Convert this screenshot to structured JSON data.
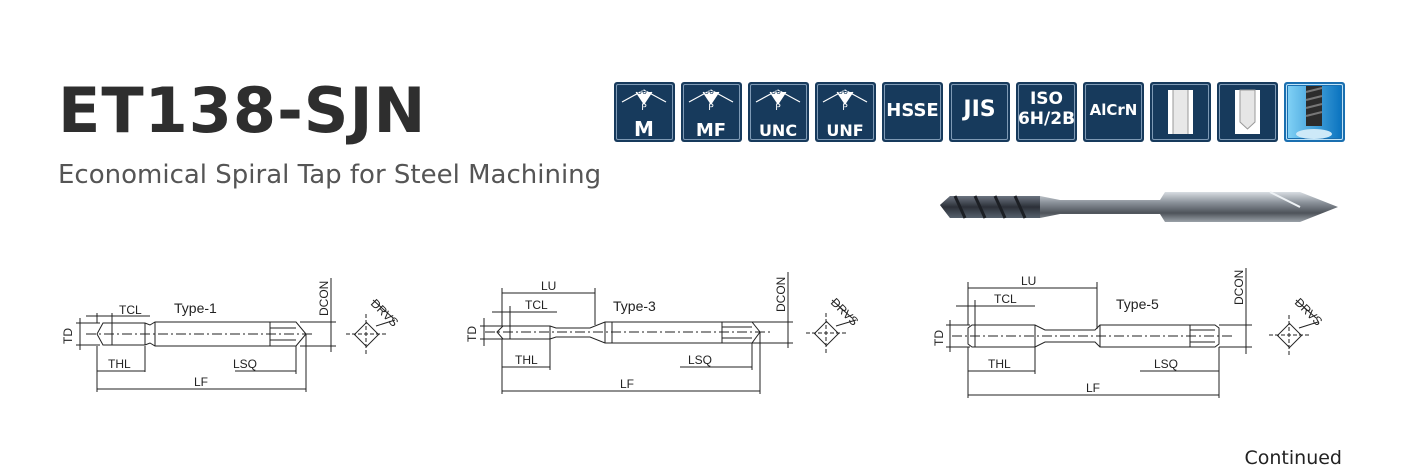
{
  "header": {
    "title": "ET138-SJN",
    "subtitle": "Economical Spiral Tap for Steel Machining"
  },
  "badges": [
    {
      "name": "thread-m",
      "angle": "60°",
      "p": "P",
      "label": "M"
    },
    {
      "name": "thread-mf",
      "angle": "60°",
      "p": "P",
      "label": "MF"
    },
    {
      "name": "thread-unc",
      "angle": "60°",
      "p": "P",
      "label": "UNC"
    },
    {
      "name": "thread-unf",
      "angle": "60°",
      "p": "P",
      "label": "UNF"
    },
    {
      "name": "material-hsse",
      "label": "HSSE"
    },
    {
      "name": "standard-jis",
      "label": "JIS"
    },
    {
      "name": "tolerance-iso",
      "line1": "ISO",
      "line2": "6H/2B"
    },
    {
      "name": "coating-alcrn",
      "label": "AlCrN"
    },
    {
      "name": "through-hole-icon"
    },
    {
      "name": "blind-hole-icon"
    },
    {
      "name": "coolant-icon"
    }
  ],
  "diagrams": [
    {
      "type": "Type-1",
      "labels": {
        "tcl": "TCL",
        "td": "TD",
        "thl": "THL",
        "lsq": "LSQ",
        "lf": "LF",
        "dcon": "DCON",
        "drvs": "DRVS"
      }
    },
    {
      "type": "Type-3",
      "labels": {
        "lu": "LU",
        "tcl": "TCL",
        "td": "TD",
        "thl": "THL",
        "lsq": "LSQ",
        "lf": "LF",
        "dcon": "DCON",
        "drvs": "DRVS"
      }
    },
    {
      "type": "Type-5",
      "labels": {
        "lu": "LU",
        "tcl": "TCL",
        "td": "TD",
        "thl": "THL",
        "lsq": "LSQ",
        "lf": "LF",
        "dcon": "DCON",
        "drvs": "DRVS"
      }
    }
  ],
  "footer": {
    "continued": "Continued"
  },
  "colors": {
    "badge_bg": "#173a5c",
    "text": "#2e2e2e"
  }
}
